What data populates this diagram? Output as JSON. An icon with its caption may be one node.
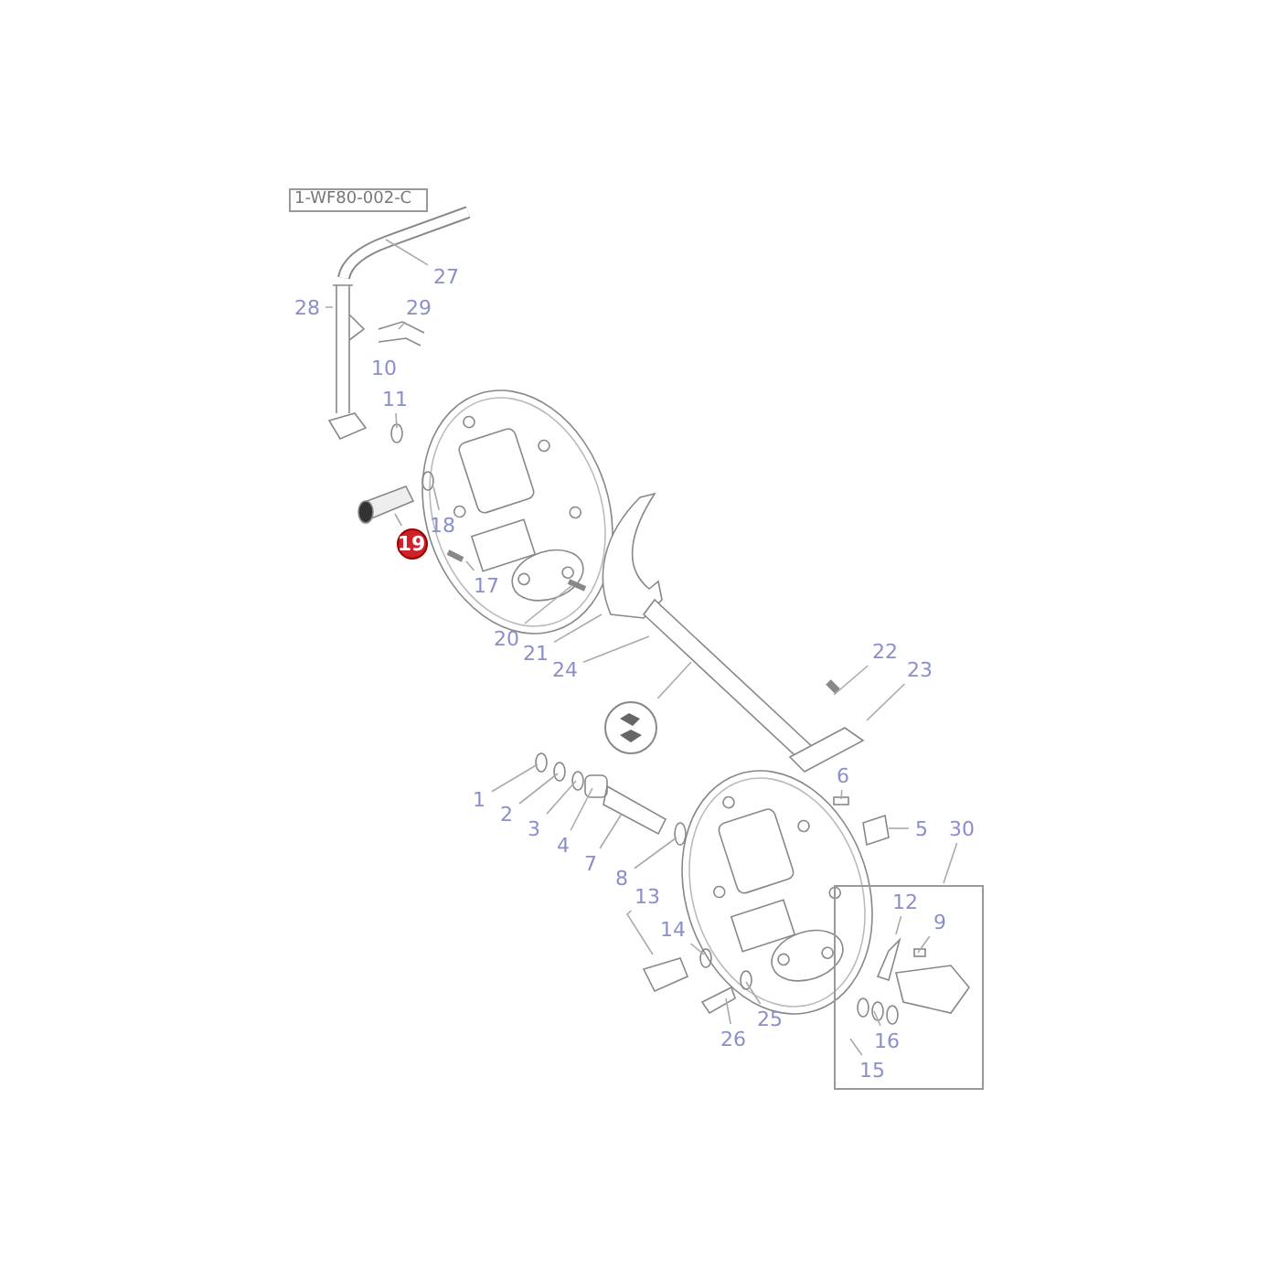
{
  "diagram": {
    "nodes": [
      {
        "text": [
          "1-WF80-002-C"
        ]
      },
      {
        "text": [
          "27"
        ]
      },
      {
        "text": [
          "28"
        ]
      },
      {
        "text": [
          "29"
        ]
      },
      {
        "text": [
          "10"
        ]
      },
      {
        "text": [
          "11"
        ]
      },
      {
        "text": [
          "18"
        ]
      },
      {
        "text": [
          "19"
        ]
      },
      {
        "text": [
          "17"
        ]
      },
      {
        "text": [
          "20"
        ]
      },
      {
        "text": [
          "21"
        ]
      },
      {
        "text": [
          "24"
        ]
      },
      {
        "text": [],
        "shape": "circle"
      },
      {
        "text": [
          "22"
        ]
      },
      {
        "text": [
          "23"
        ]
      },
      {
        "text": [
          "1"
        ]
      },
      {
        "text": [
          "2"
        ]
      },
      {
        "text": [
          "3"
        ]
      },
      {
        "text": [
          "4"
        ]
      },
      {
        "text": [
          "7"
        ]
      },
      {
        "text": [
          "6"
        ]
      },
      {
        "text": [
          "5"
        ]
      },
      {
        "text": [
          "30"
        ]
      },
      {
        "text": [],
        "shape": "box"
      },
      {
        "text": [
          "12"
        ],
        "in": 23
      },
      {
        "text": [
          "9"
        ],
        "in": 23
      },
      {
        "text": [
          "16"
        ],
        "in": 23
      },
      {
        "text": [
          "15"
        ],
        "in": 23
      },
      {
        "text": [
          "8"
        ]
      },
      {
        "text": [
          "13"
        ]
      },
      {
        "text": [
          "14"
        ]
      },
      {
        "text": [
          "25"
        ]
      },
      {
        "text": [
          "26"
        ]
      },
      {
        "text": [],
        "shape": "picture",
        "in": 23
      },
      {
        "text": [],
        "shape": "picture"
      }
    ],
    "edges": [
      {
        "from": 1,
        "to": null,
        "arrow": "none"
      },
      {
        "from": 2,
        "to": null,
        "arrow": "none"
      },
      {
        "from": 3,
        "to": null,
        "arrow": "none"
      },
      {
        "from": 5,
        "to": null,
        "arrow": "none"
      },
      {
        "from": 6,
        "to": null,
        "arrow": "none"
      },
      {
        "from": 7,
        "to": null,
        "arrow": "none"
      },
      {
        "from": 8,
        "to": null,
        "arrow": "none"
      },
      {
        "from": 9,
        "to": null,
        "arrow": "none"
      },
      {
        "from": 10,
        "to": null,
        "arrow": "none"
      },
      {
        "from": 11,
        "to": null,
        "arrow": "none"
      },
      {
        "from": 12,
        "to": null,
        "arrow": "none"
      },
      {
        "from": 13,
        "to": null,
        "arrow": "none"
      },
      {
        "from": 14,
        "to": null,
        "arrow": "none"
      },
      {
        "from": 15,
        "to": null,
        "arrow": "none"
      },
      {
        "from": 16,
        "to": null,
        "arrow": "none"
      },
      {
        "from": 17,
        "to": null,
        "arrow": "none"
      },
      {
        "from": 18,
        "to": null,
        "arrow": "none"
      },
      {
        "from": 19,
        "to": null,
        "arrow": "none"
      },
      {
        "from": 20,
        "to": null,
        "arrow": "none"
      },
      {
        "from": 21,
        "to": null,
        "arrow": "none"
      },
      {
        "from": 22,
        "to": 23,
        "arrow": "none"
      },
      {
        "from": 24,
        "to": 33,
        "arrow": "none"
      },
      {
        "from": 25,
        "to": null,
        "arrow": "none"
      },
      {
        "from": 26,
        "to": null,
        "arrow": "none"
      },
      {
        "from": 27,
        "to": null,
        "arrow": "none"
      },
      {
        "from": 28,
        "to": null,
        "arrow": "none"
      },
      {
        "from": 29,
        "to": 34,
        "arrow": "none"
      },
      {
        "from": 30,
        "to": null,
        "arrow": "none"
      },
      {
        "from": 31,
        "to": null,
        "arrow": "none"
      },
      {
        "from": 32,
        "to": null,
        "arrow": "none"
      }
    ]
  }
}
